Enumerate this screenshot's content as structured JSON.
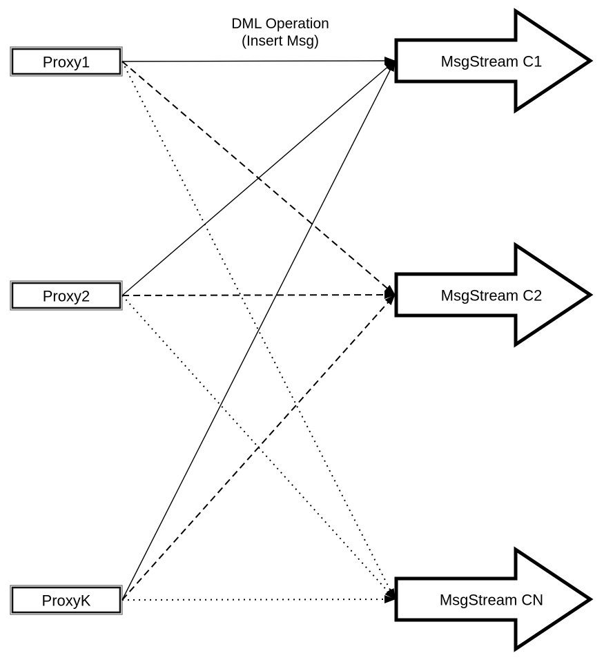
{
  "annotation": {
    "text": "DML Operation\n(Insert Msg)"
  },
  "proxies": [
    {
      "id": "proxy1",
      "label": "Proxy1"
    },
    {
      "id": "proxy2",
      "label": "Proxy2"
    },
    {
      "id": "proxyk",
      "label": "ProxyK"
    }
  ],
  "streams": [
    {
      "id": "c1",
      "label": "MsgStream C1"
    },
    {
      "id": "c2",
      "label": "MsgStream C2"
    },
    {
      "id": "cn",
      "label": "MsgStream CN"
    }
  ],
  "edges": [
    {
      "from": "proxy1",
      "to": "c1",
      "style": "solid"
    },
    {
      "from": "proxy1",
      "to": "c2",
      "style": "dashed"
    },
    {
      "from": "proxy1",
      "to": "cn",
      "style": "dotted"
    },
    {
      "from": "proxy2",
      "to": "c1",
      "style": "solid"
    },
    {
      "from": "proxy2",
      "to": "c2",
      "style": "dashed"
    },
    {
      "from": "proxy2",
      "to": "cn",
      "style": "dotted"
    },
    {
      "from": "proxyk",
      "to": "c1",
      "style": "solid"
    },
    {
      "from": "proxyk",
      "to": "c2",
      "style": "dashed"
    },
    {
      "from": "proxyk",
      "to": "cn",
      "style": "dotted"
    }
  ],
  "colors": {
    "stroke": "#000000",
    "fill": "#ffffff"
  }
}
